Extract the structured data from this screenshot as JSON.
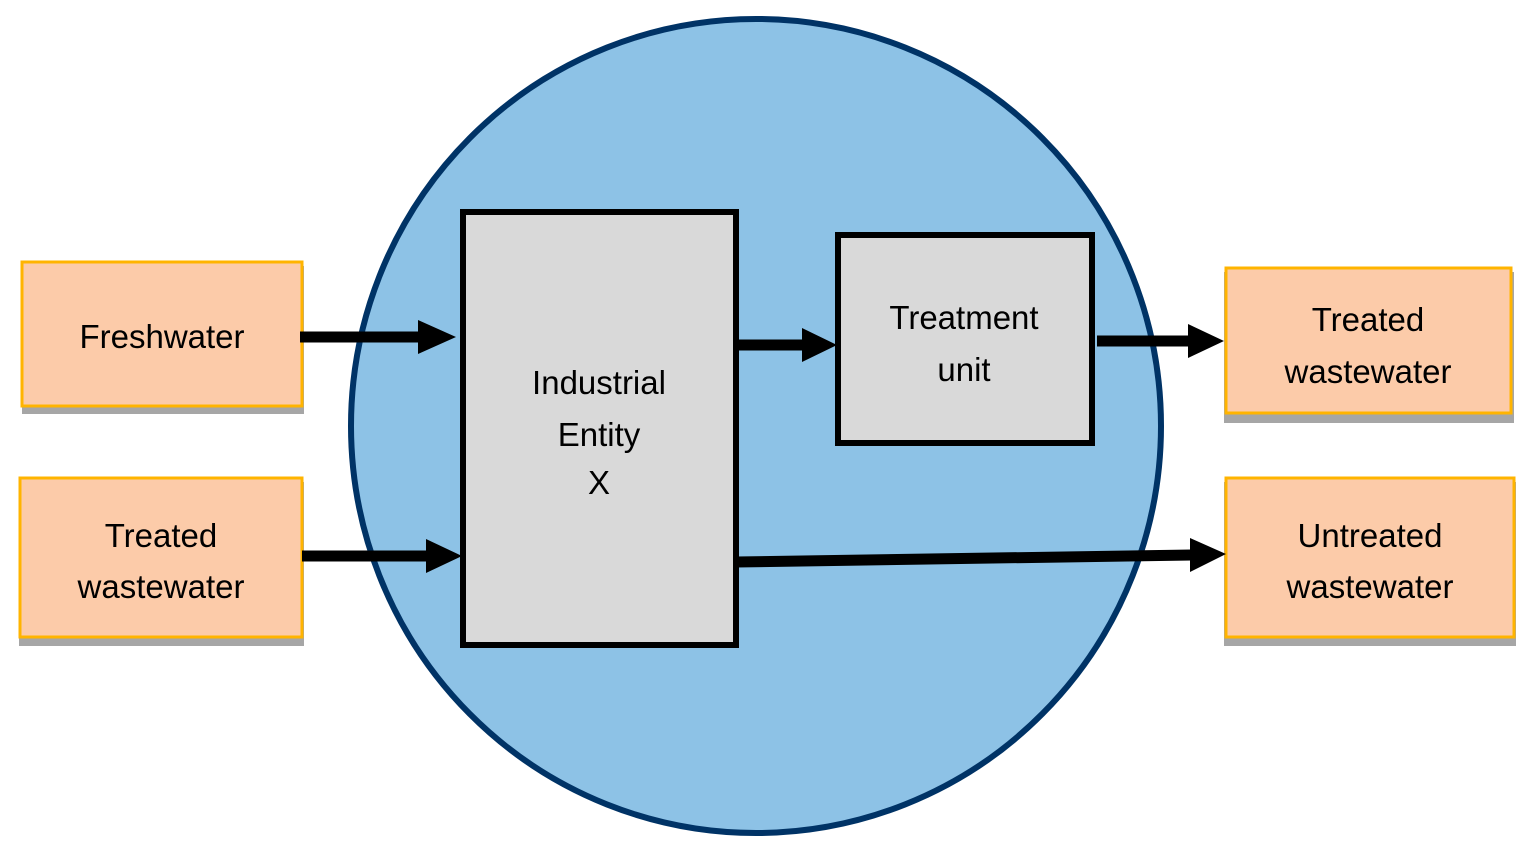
{
  "colors": {
    "circle_fill": "#8dc2e6",
    "circle_stroke": "#003366",
    "external_fill": "#fccba9",
    "external_stroke": "#ffb400",
    "shadow": "#a6a6a6",
    "process_fill": "#d9d9d9",
    "process_stroke": "#000000",
    "arrow": "#000000"
  },
  "nodes": {
    "freshwater": {
      "lines": [
        "Freshwater"
      ]
    },
    "treated_in": {
      "lines": [
        "Treated",
        "wastewater"
      ]
    },
    "industrial": {
      "lines": [
        "Industrial",
        "Entity",
        "X"
      ]
    },
    "treatment": {
      "lines": [
        "Treatment",
        "unit"
      ]
    },
    "treated_out": {
      "lines": [
        "Treated",
        "wastewater"
      ]
    },
    "untreated_out": {
      "lines": [
        "Untreated",
        "wastewater"
      ]
    }
  }
}
